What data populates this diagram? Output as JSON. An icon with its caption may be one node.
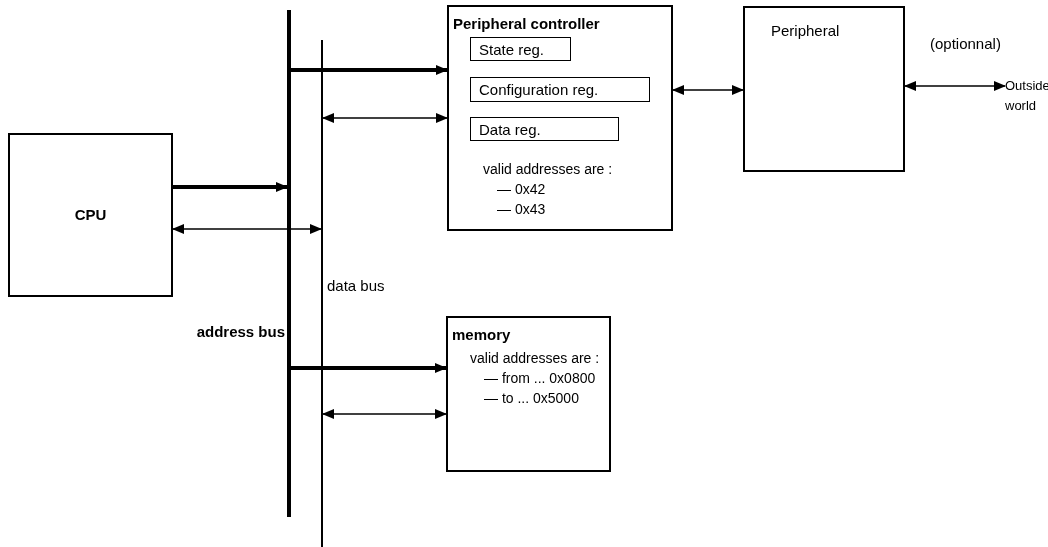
{
  "diagram": {
    "nodes": [
      {
        "text": [
          "CPU"
        ]
      },
      {
        "text": [],
        "shape": "bar",
        "beside": [
          "address bus"
        ]
      },
      {
        "text": [],
        "shape": "bar",
        "beside": [
          "data bus"
        ]
      },
      {
        "text": [
          "Peripheral controller",
          "valid addresses are :",
          "— 0x42",
          "— 0x43"
        ]
      },
      {
        "text": [
          "State reg."
        ],
        "in": 3
      },
      {
        "text": [
          "Configuration reg."
        ],
        "in": 3
      },
      {
        "text": [
          "Data reg."
        ],
        "in": 3
      },
      {
        "text": [
          "Peripheral"
        ]
      },
      {
        "text": [
          "Outside world"
        ]
      },
      {
        "text": [
          "memory",
          "valid addresses are :",
          "— from ... 0x0800",
          "— to ... 0x5000"
        ]
      }
    ],
    "edges": [
      {
        "from": 0,
        "to": 1,
        "arrow": "to",
        "style": "thick"
      },
      {
        "from": 0,
        "to": 2,
        "arrow": "both"
      },
      {
        "from": 1,
        "to": 3,
        "arrow": "to",
        "style": "thick"
      },
      {
        "from": 2,
        "to": 3,
        "arrow": "both"
      },
      {
        "from": 3,
        "to": 7,
        "arrow": "both"
      },
      {
        "from": 7,
        "to": 8,
        "arrow": "both"
      },
      {
        "from": 1,
        "to": 9,
        "arrow": "to",
        "style": "thick"
      },
      {
        "from": 2,
        "to": 9,
        "arrow": "both"
      }
    ],
    "labels": [
      "(optionnal)"
    ]
  }
}
